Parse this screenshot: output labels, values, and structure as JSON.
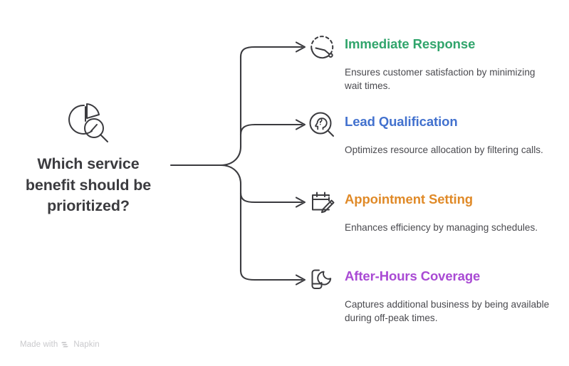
{
  "root": {
    "icon": "pie-chart-magnifier-icon",
    "question": "Which service benefit should be prioritized?",
    "question_lines": [
      "Which service",
      "benefit should be",
      "prioritized?"
    ]
  },
  "colors": {
    "green": "#31a56c",
    "blue": "#4271ce",
    "orange": "#e08a28",
    "purple": "#a94ad4",
    "stroke": "#3b3b3f",
    "text_dark": "#3b3b3f",
    "text_body": "#4a4a4f",
    "watermark": "#c9c9cc",
    "background": "#ffffff"
  },
  "branches": [
    {
      "id": "immediate-response",
      "icon": "stopwatch-icon",
      "title": "Immediate Response",
      "color": "#31a56c",
      "description": "Ensures customer satisfaction by minimizing wait times."
    },
    {
      "id": "lead-qualification",
      "icon": "magnifier-question-head-icon",
      "title": "Lead Qualification",
      "color": "#4271ce",
      "description": "Optimizes resource allocation by filtering calls."
    },
    {
      "id": "appointment-setting",
      "icon": "calendar-pencil-icon",
      "title": "Appointment Setting",
      "color": "#e08a28",
      "description": "Enhances efficiency by managing schedules."
    },
    {
      "id": "after-hours-coverage",
      "icon": "phone-moon-icon",
      "title": "After-Hours Coverage",
      "color": "#a94ad4",
      "description": "Captures additional business by being available during off-peak times."
    }
  ],
  "watermark": {
    "prefix": "Made with",
    "brand": "Napkin",
    "logo": "napkin-logo-icon"
  }
}
